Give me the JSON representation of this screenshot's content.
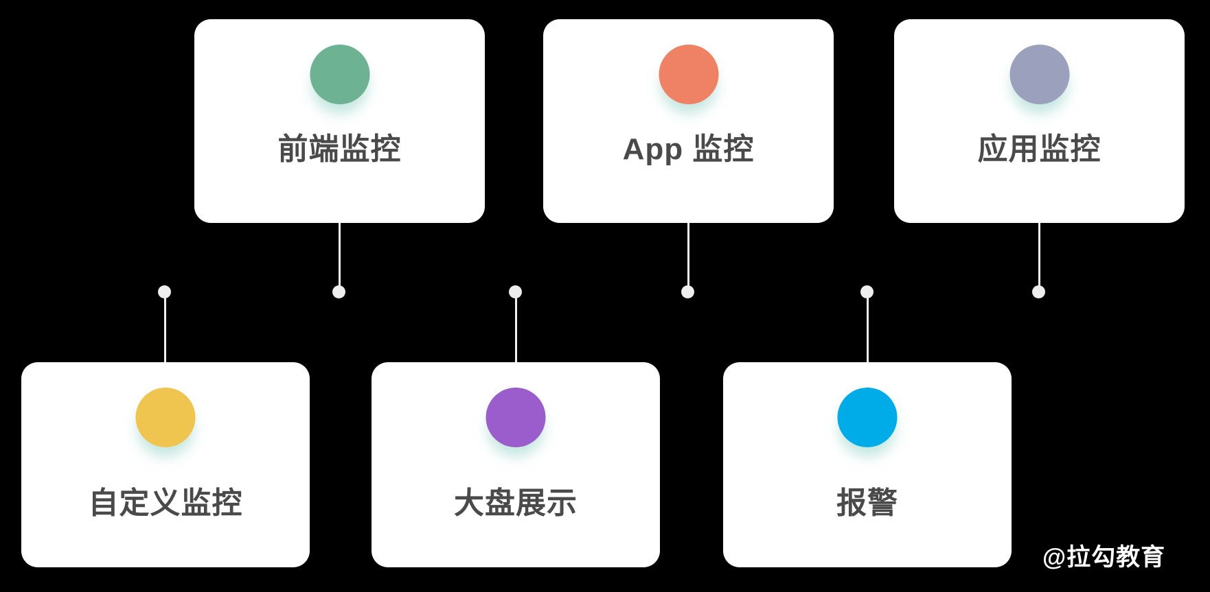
{
  "page": {
    "background_color": "#000000",
    "watermark": "@拉勾教育"
  },
  "cards": [
    {
      "label": "前端监控",
      "circle_color": "#6cb293",
      "row": "top"
    },
    {
      "label": "App 监控",
      "circle_color": "#ef8265",
      "row": "top"
    },
    {
      "label": "应用监控",
      "circle_color": "#9ba1bd",
      "row": "top"
    },
    {
      "label": "自定义监控",
      "circle_color": "#f0c54f",
      "row": "bottom"
    },
    {
      "label": "大盘展示",
      "circle_color": "#9b5ccc",
      "row": "bottom"
    },
    {
      "label": "报警",
      "circle_color": "#00ace8",
      "row": "bottom"
    }
  ],
  "connectors": {
    "color": "#f2f2f2",
    "stubs": [
      {
        "attached_to": "前端监控",
        "end": "dot-below"
      },
      {
        "attached_to": "App 监控",
        "end": "dot-below"
      },
      {
        "attached_to": "应用监控",
        "end": "dot-below"
      },
      {
        "attached_to": "自定义监控",
        "end": "dot-above"
      },
      {
        "attached_to": "大盘展示",
        "end": "dot-above"
      },
      {
        "attached_to": "报警",
        "end": "dot-above"
      }
    ]
  }
}
